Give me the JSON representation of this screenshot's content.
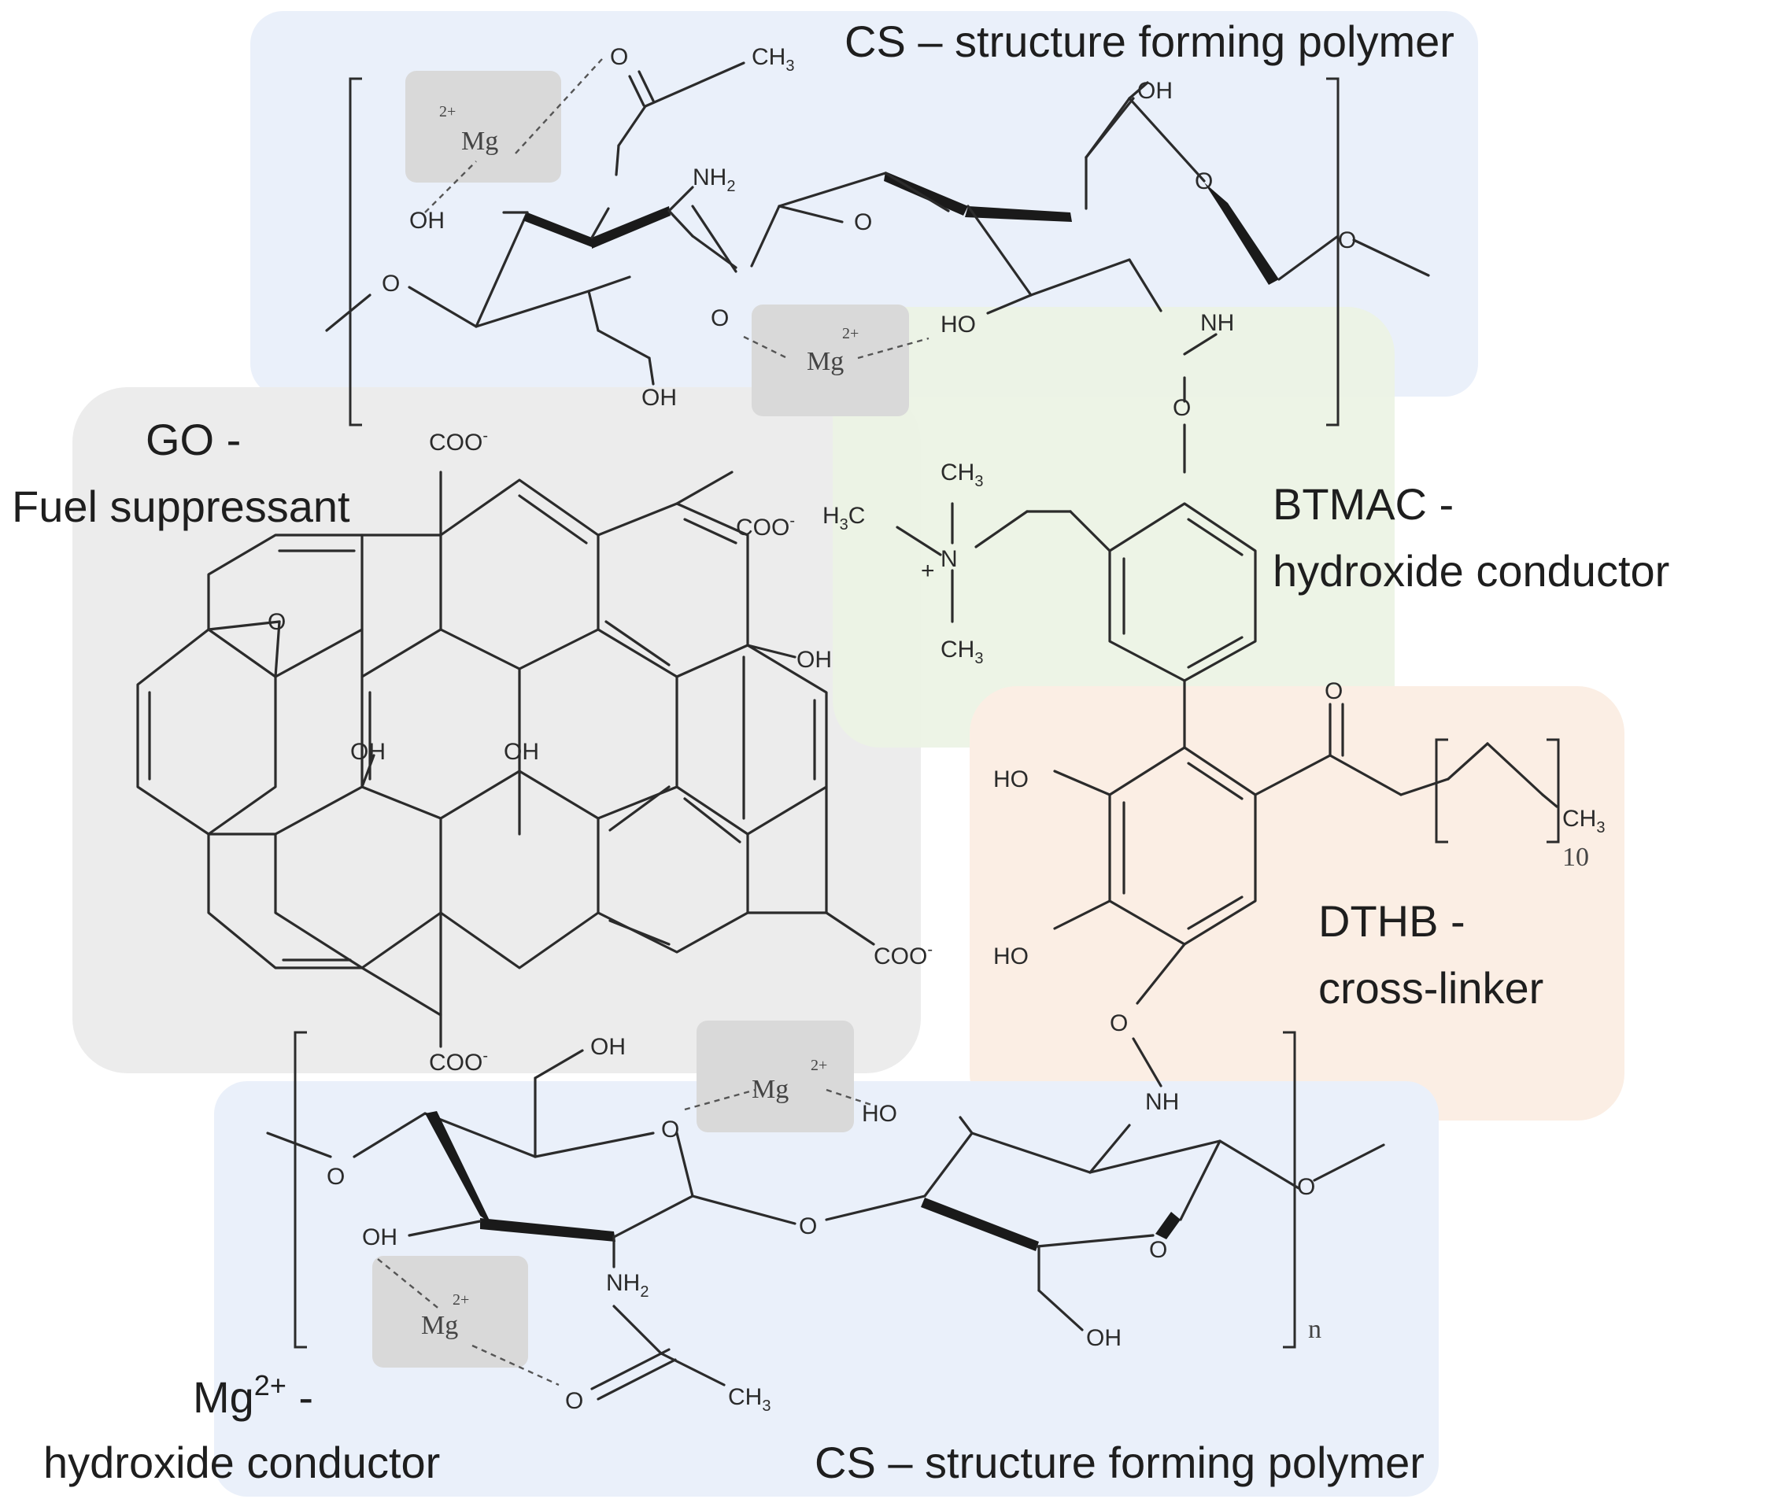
{
  "labels": {
    "cs_top": "CS – structure forming polymer",
    "cs_bottom": "CS – structure forming polymer",
    "go_line1": "GO -",
    "go_line2": "Fuel suppressant",
    "btmac_line1": "BTMAC -",
    "btmac_line2": "hydroxide conductor",
    "dthb_line1": "DTHB -",
    "dthb_line2": "cross-linker",
    "mg_line1_base": "Mg",
    "mg_line1_sup": "2+",
    "mg_line1_tail": " -",
    "mg_line2": "hydroxide conductor"
  },
  "atoms": {
    "O": "O",
    "OH": "OH",
    "HO": "HO",
    "NH2": "NH",
    "NH2_sub": "2",
    "NH": "NH",
    "CH3": "CH",
    "CH3_sub": "3",
    "H3C": "H",
    "H3C_sub": "3",
    "H3C_tail": "C",
    "N": "N",
    "plus": "+",
    "COO": "COO",
    "minus": "-",
    "Mg": "Mg",
    "Mg_charge": "2+",
    "repeat_n": "n",
    "repeat_10": "10"
  },
  "colors": {
    "cs_region": "#eaf0fa",
    "go_region": "#ececec",
    "btmac_region": "#ecf3e4",
    "dthb_region": "#fbeee4",
    "mg_box": "#d9d9d9"
  }
}
